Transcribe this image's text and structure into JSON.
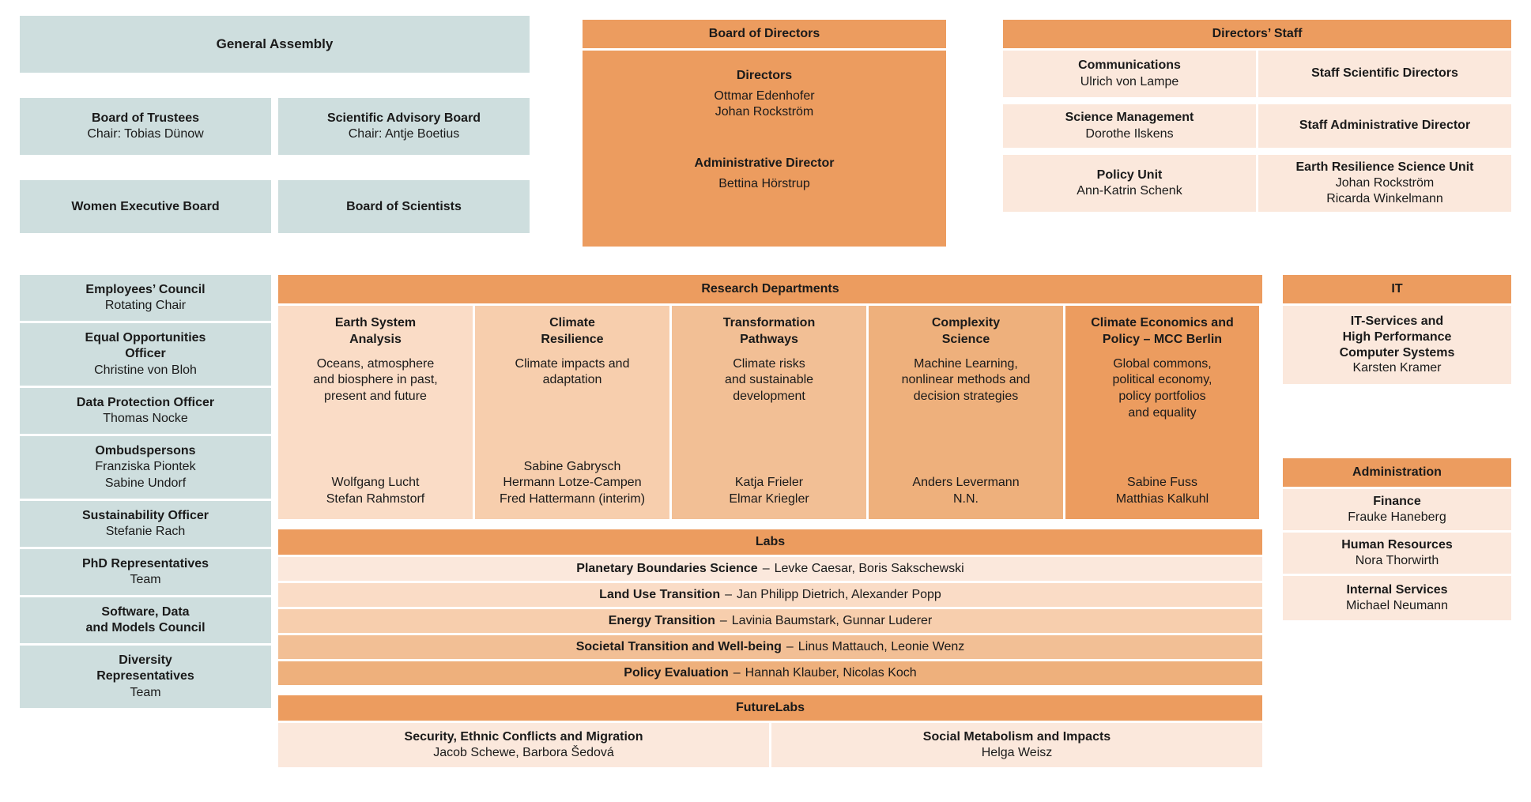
{
  "colors": {
    "blue": "#cedede",
    "orange_header": "#ec9c5f",
    "peach_light": "#fbe8dc",
    "background": "#ffffff"
  },
  "governance": {
    "general_assembly": {
      "title": "General Assembly"
    },
    "board_of_trustees": {
      "title": "Board of Trustees",
      "sub": "Chair: Tobias Dünow"
    },
    "scientific_advisory_board": {
      "title": "Scientific Advisory Board",
      "sub": "Chair: Antje Boetius"
    },
    "women_executive_board": {
      "title": "Women Executive Board"
    },
    "board_of_scientists": {
      "title": "Board of Scientists"
    }
  },
  "board_of_directors": {
    "header": "Board of Directors",
    "directors_label": "Directors",
    "directors": [
      "Ottmar Edenhofer",
      "Johan Rockström"
    ],
    "admin_director_label": "Administrative Director",
    "admin_director": "Bettina Hörstrup"
  },
  "directors_staff": {
    "header": "Directors’ Staff",
    "cells": [
      {
        "title": "Communications",
        "sub": "Ulrich von Lampe"
      },
      {
        "title": "Staff Scientific Directors",
        "sub": ""
      },
      {
        "title": "Science Management",
        "sub": "Dorothe Ilskens"
      },
      {
        "title": "Staff Administrative Director",
        "sub": ""
      },
      {
        "title": "Policy Unit",
        "sub": "Ann-Katrin Schenk"
      },
      {
        "title": "Earth Resilience Science Unit",
        "sub": "Johan Rockström\nRicarda Winkelmann"
      }
    ]
  },
  "sidebar": {
    "items": [
      {
        "title": "Employees’ Council",
        "sub": "Rotating Chair"
      },
      {
        "title": "Equal Opportunities\nOfficer",
        "sub": "Christine von Bloh"
      },
      {
        "title": "Data Protection Officer",
        "sub": "Thomas Nocke"
      },
      {
        "title": "Ombudspersons",
        "sub": "Franziska Piontek\nSabine Undorf"
      },
      {
        "title": "Sustainability Officer",
        "sub": "Stefanie Rach"
      },
      {
        "title": "PhD Representatives",
        "sub": "Team"
      },
      {
        "title": "Software, Data\nand Models Council",
        "sub": ""
      },
      {
        "title": "Diversity\nRepresentatives",
        "sub": "Team"
      }
    ]
  },
  "research_departments": {
    "header": "Research Departments",
    "columns": [
      {
        "title": "Earth System\nAnalysis",
        "desc": "Oceans, atmosphere\nand biosphere in past,\npresent and future",
        "names": "Wolfgang Lucht\nStefan Rahmstorf"
      },
      {
        "title": "Climate\nResilience",
        "desc": "Climate impacts and\nadaptation",
        "names": "Sabine Gabrysch\nHermann Lotze-Campen\nFred Hattermann (interim)"
      },
      {
        "title": "Transformation\nPathways",
        "desc": "Climate risks\nand sustainable\ndevelopment",
        "names": "Katja Frieler\nElmar Kriegler"
      },
      {
        "title": "Complexity\nScience",
        "desc": "Machine Learning,\nnonlinear methods and\ndecision strategies",
        "names": "Anders Levermann\nN.N."
      },
      {
        "title": "Climate Economics and\nPolicy – MCC Berlin",
        "desc": "Global commons,\npolitical economy,\npolicy portfolios\nand equality",
        "names": "Sabine Fuss\nMatthias Kalkuhl"
      }
    ]
  },
  "labs": {
    "header": "Labs",
    "rows": [
      {
        "name": "Planetary Boundaries Science",
        "people": "Levke Caesar, Boris Sakschewski"
      },
      {
        "name": "Land Use Transition",
        "people": "Jan Philipp Dietrich, Alexander Popp"
      },
      {
        "name": "Energy Transition",
        "people": "Lavinia Baumstark, Gunnar Luderer"
      },
      {
        "name": "Societal Transition and Well-being",
        "people": "Linus Mattauch, Leonie Wenz"
      },
      {
        "name": "Policy Evaluation",
        "people": "Hannah Klauber, Nicolas Koch"
      }
    ],
    "separator": "–"
  },
  "futurelabs": {
    "header": "FutureLabs",
    "cells": [
      {
        "title": "Security, Ethnic Conflicts and Migration",
        "sub": "Jacob Schewe, Barbora Šedová"
      },
      {
        "title": "Social Metabolism and Impacts",
        "sub": "Helga Weisz"
      }
    ]
  },
  "it": {
    "header": "IT",
    "cell": {
      "title": "IT-Services and\nHigh Performance\nComputer Systems",
      "sub": "Karsten Kramer"
    }
  },
  "administration": {
    "header": "Administration",
    "items": [
      {
        "title": "Finance",
        "sub": "Frauke Haneberg"
      },
      {
        "title": "Human Resources",
        "sub": "Nora Thorwirth"
      },
      {
        "title": "Internal Services",
        "sub": "Michael Neumann"
      }
    ]
  }
}
